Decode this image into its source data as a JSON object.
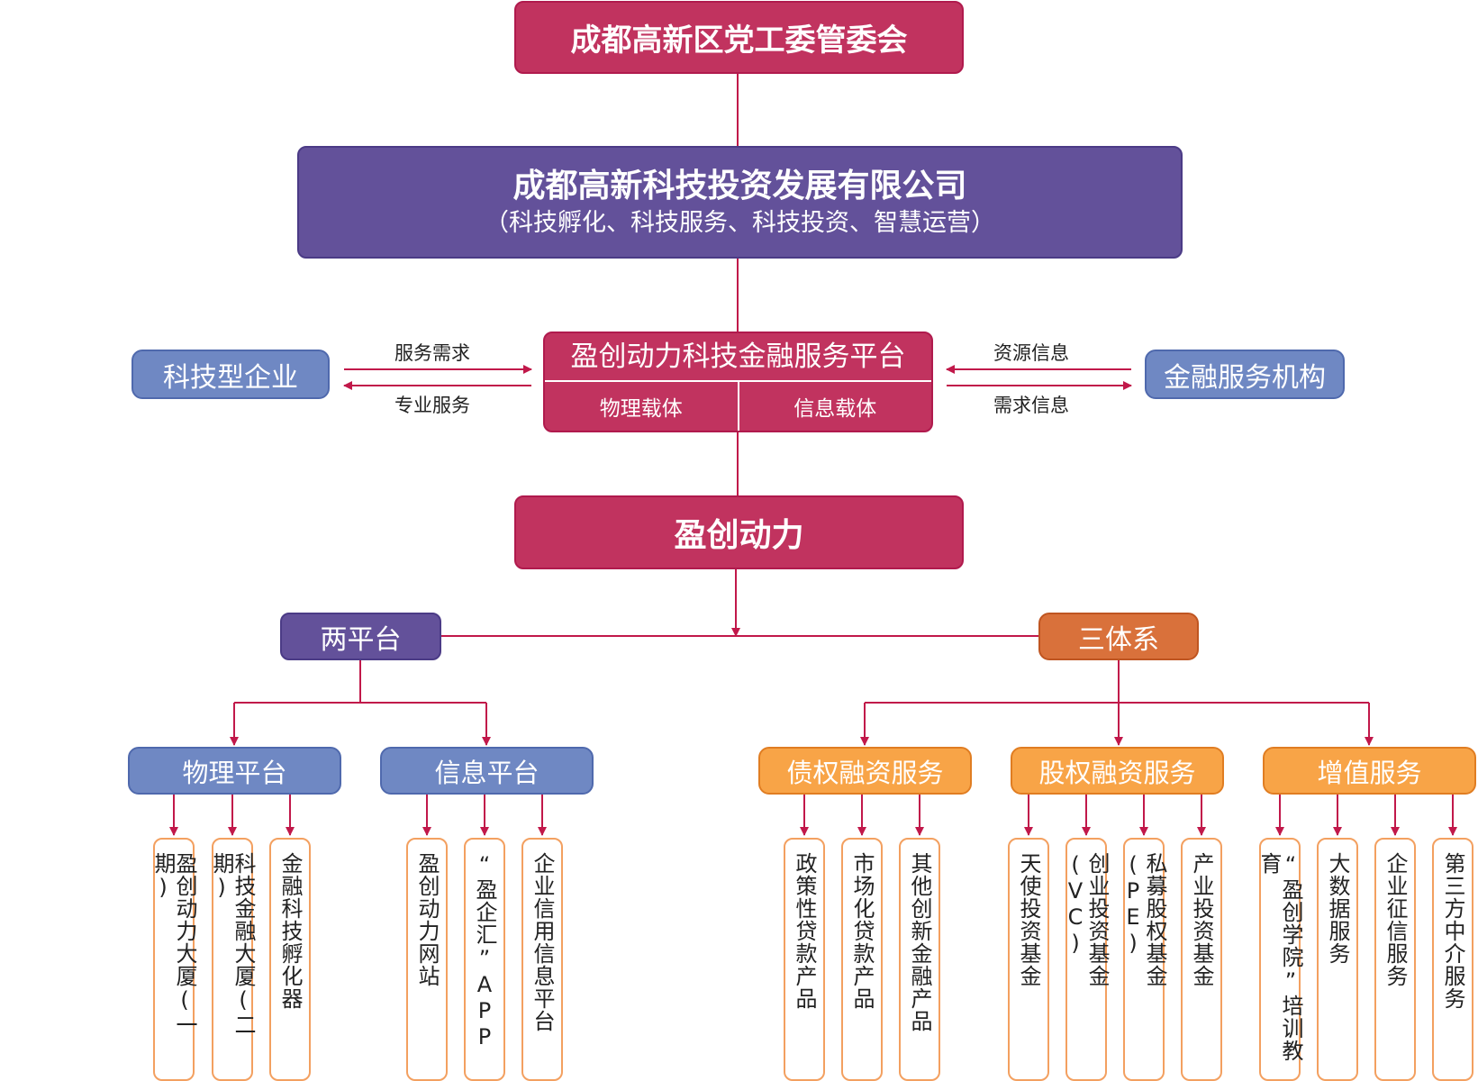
{
  "top": {
    "title": "成都高新区党工委管委会"
  },
  "company": {
    "title": "成都高新科技投资发展有限公司",
    "subtitle": "（科技孵化、科技服务、科技投资、智慧运营）"
  },
  "platform": {
    "title": "盈创动力科技金融服务平台",
    "left": "物理载体",
    "right": "信息载体"
  },
  "enterprise": {
    "label": "科技型企业"
  },
  "finance": {
    "label": "金融服务机构"
  },
  "flows": {
    "left_top": "服务需求",
    "left_bottom": "专业服务",
    "right_top": "资源信息",
    "right_bottom": "需求信息"
  },
  "brand": {
    "title": "盈创动力"
  },
  "two_platforms": {
    "label": "两平台"
  },
  "three_systems": {
    "label": "三体系"
  },
  "physical": {
    "label": "物理平台",
    "items": [
      "盈创动力大厦(一期)",
      "科技金融大厦(二期)",
      "金融科技孵化器"
    ]
  },
  "info": {
    "label": "信息平台",
    "items": [
      "盈创动力网站",
      "“盈企汇”APP",
      "企业信用信息平台"
    ]
  },
  "debt": {
    "label": "债权融资服务",
    "items": [
      "政策性贷款产品",
      "市场化贷款产品",
      "其他创新金融产品"
    ]
  },
  "equity": {
    "label": "股权融资服务",
    "items": [
      "天使投资基金",
      "创业投资基金(VC)",
      "私募股权基金(PE)",
      "产业投资基金"
    ]
  },
  "value": {
    "label": "增值服务",
    "items": [
      "“盈创学院”培训教育",
      "大数据服务",
      "企业征信服务",
      "第三方中介服务"
    ]
  }
}
